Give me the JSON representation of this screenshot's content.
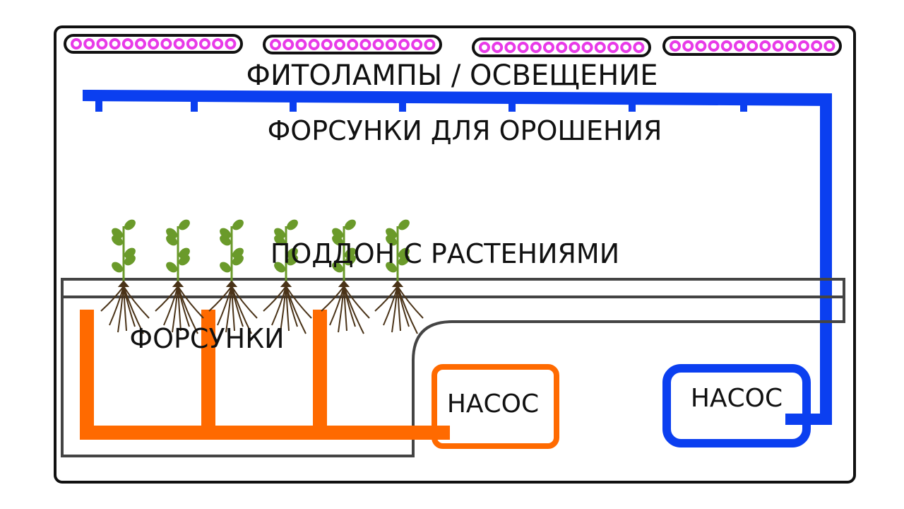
{
  "labels": {
    "lights": "ФИТОЛАМПЫ / ОСВЕЩЕНИЕ",
    "irrigation_nozzles": "ФОРСУНКИ ДЛЯ ОРОШЕНИЯ",
    "tray": "ПОДДОН С РАСТЕНИЯМИ",
    "nozzles": "ФОРСУНКИ",
    "pump_left": "НАСОС",
    "pump_right": "НАСОС"
  },
  "colors": {
    "lamp": "#e83ae8",
    "blue_pipe": "#0b3ff0",
    "orange_pipe": "#ff6a00",
    "tray": "#444444",
    "leaf": "#6a9a2a",
    "root": "#4a3318"
  }
}
